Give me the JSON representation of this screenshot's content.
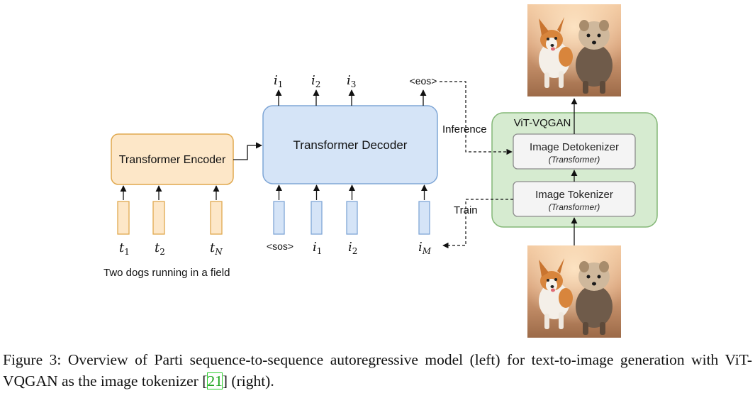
{
  "encoder": {
    "label": "Transformer Encoder"
  },
  "decoder": {
    "label": "Transformer Decoder"
  },
  "vitvqgan": {
    "title": "ViT-VQGAN",
    "detokenizer": {
      "label": "Image Detokenizer",
      "sub": "(Transformer)"
    },
    "tokenizer": {
      "label": "Image Tokenizer",
      "sub": "(Transformer)"
    }
  },
  "text_tokens": [
    {
      "base": "t",
      "sub": "1"
    },
    {
      "base": "t",
      "sub": "2"
    },
    {
      "base": "t",
      "sub": "N"
    }
  ],
  "decoder_inputs": {
    "sos": "<sos>",
    "tokens": [
      {
        "base": "i",
        "sub": "1"
      },
      {
        "base": "i",
        "sub": "2"
      },
      {
        "base": "i",
        "sub": "M"
      }
    ]
  },
  "decoder_outputs": {
    "tokens": [
      {
        "base": "i",
        "sub": "1"
      },
      {
        "base": "i",
        "sub": "2"
      },
      {
        "base": "i",
        "sub": "3"
      }
    ],
    "eos": "<eos>"
  },
  "labels": {
    "inference": "Inference",
    "train": "Train"
  },
  "prompt_text": "Two dogs running in a field",
  "caption": {
    "before": "Figure 3: Overview of Parti sequence-to-sequence autoregressive model (left) for text-to-image generation with ViT-VQGAN as the image tokenizer [",
    "cite": "21",
    "after": "] (right)."
  },
  "colors": {
    "encoder_fill": "#fde7c8",
    "encoder_stroke": "#e0a94f",
    "decoder_fill": "#d5e4f7",
    "decoder_stroke": "#7fa6d6",
    "vit_fill": "#d6ebd0",
    "vit_stroke": "#84b777",
    "inner_fill": "#f4f4f4",
    "inner_stroke": "#8c8c8c",
    "cite_green": "#2fd02f"
  },
  "images": {
    "top": "photo-two-dogs-running",
    "bottom": "photo-two-dogs-running"
  }
}
